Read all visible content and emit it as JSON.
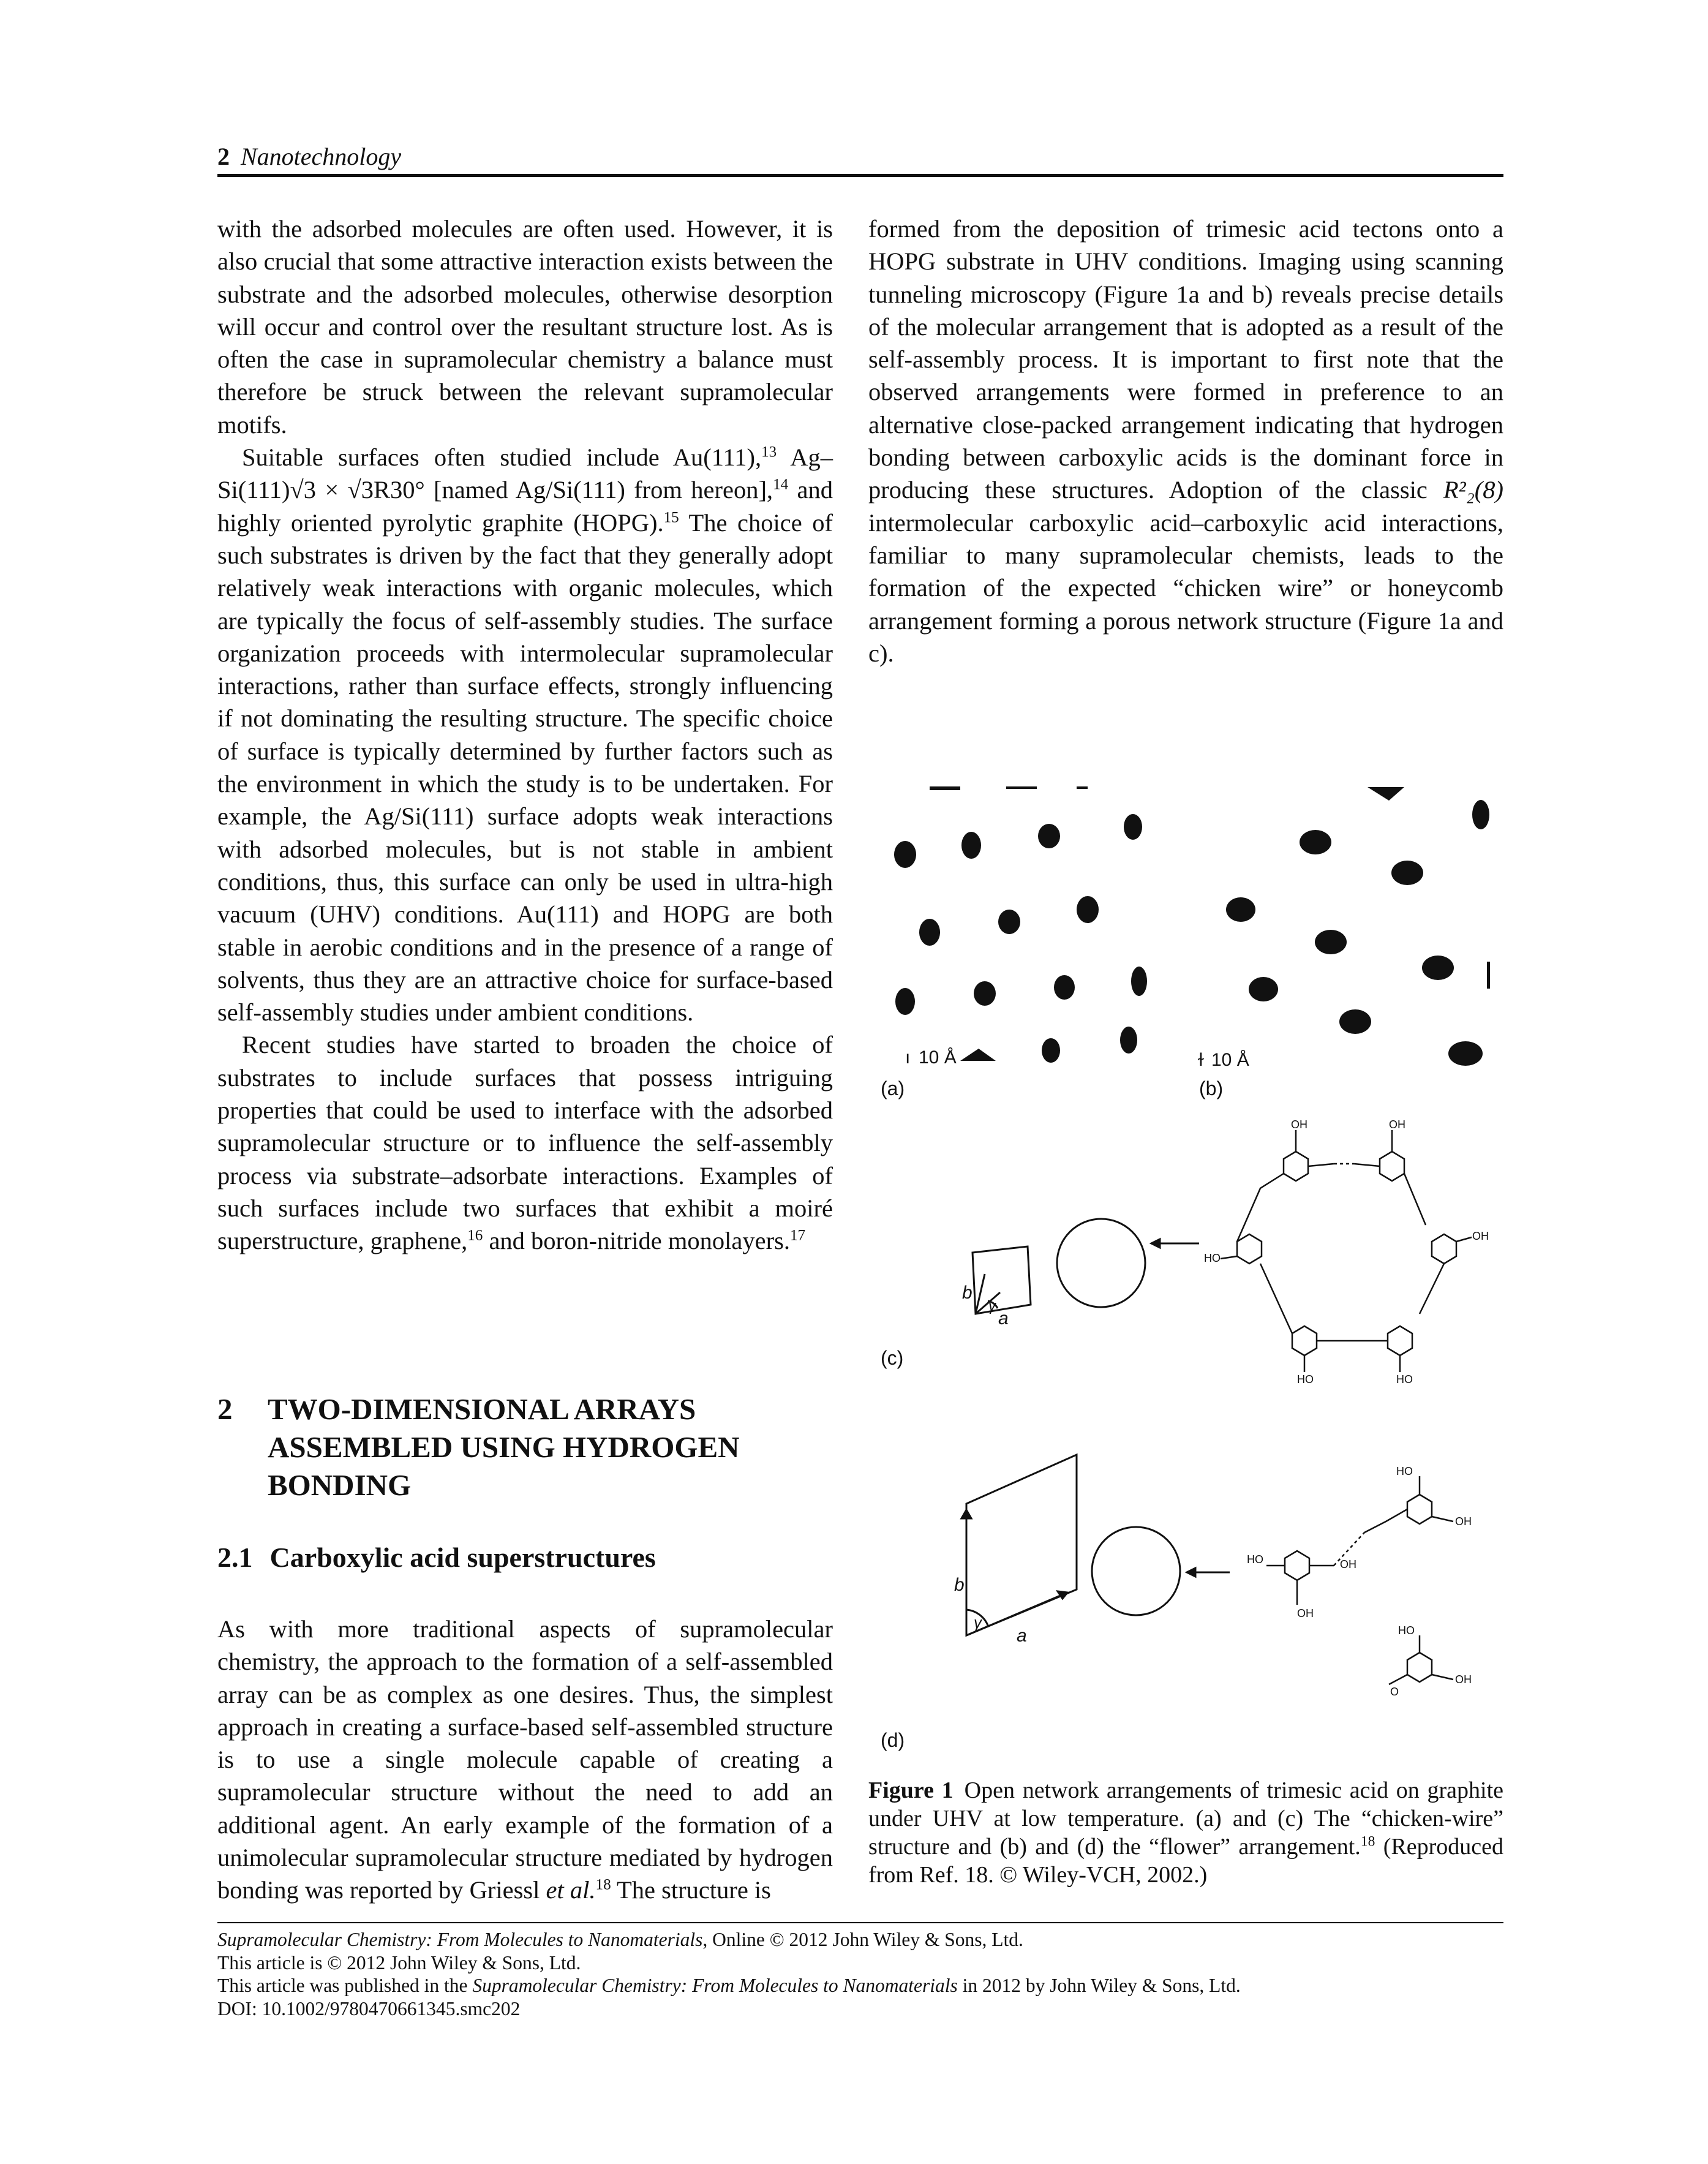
{
  "header": {
    "page_number": "2",
    "running_title": "Nanotechnology"
  },
  "left_column": {
    "p1": "with the adsorbed molecules are often used. However, it is also crucial that some attractive interaction exists between the substrate and the adsorbed molecules, otherwise desorption will occur and control over the resultant structure lost. As is often the case in supramolecular chemistry a balance must therefore be struck between the relevant supramolecular motifs.",
    "p2_a": "Suitable surfaces often studied include Au(111),",
    "p2_ref1": "13",
    "p2_b": " Ag–Si(111)√3 × √3R30° [named Ag/Si(111) from hereon],",
    "p2_ref2": "14",
    "p2_c": " and highly oriented pyrolytic graphite (HOPG).",
    "p2_ref3": "15",
    "p2_d": " The choice of such substrates is driven by the fact that they generally adopt relatively weak interactions with organic molecules, which are typically the focus of self-assembly studies. The surface organization proceeds with intermolecular supramolecular interactions, rather than surface effects, strongly influencing if not dominating the resulting structure. The specific choice of surface is typically determined by further factors such as the environment in which the study is to be undertaken. For example, the Ag/Si(111) surface adopts weak interactions with adsorbed molecules, but is not stable in ambient conditions, thus, this surface can only be used in ultra-high vacuum (UHV) conditions. Au(111) and HOPG are both stable in aerobic conditions and in the presence of a range of solvents, thus they are an attractive choice for surface-based self-assembly studies under ambient conditions.",
    "p3_a": "Recent studies have started to broaden the choice of substrates to include surfaces that possess intriguing properties that could be used to interface with the adsorbed supramolecular structure or to influence the self-assembly process via substrate–adsorbate interactions. Examples of such surfaces include two surfaces that exhibit a moiré superstructure, graphene,",
    "p3_ref1": "16",
    "p3_b": " and boron-nitride monolayers.",
    "p3_ref2": "17",
    "section_number": "2",
    "section_title": "TWO-DIMENSIONAL ARRAYS ASSEMBLED USING HYDROGEN BONDING",
    "subsection_number": "2.1",
    "subsection_title": "Carboxylic acid superstructures",
    "p4_a": "As with more traditional aspects of supramolecular chemistry, the approach to the formation of a self-assembled array can be as complex as one desires. Thus, the simplest approach in creating a surface-based self-assembled structure is to use a single molecule capable of creating a supramolecular structure without the need to add an additional agent. An early example of the formation of a unimolecular supramolecular structure mediated by hydrogen bonding was reported by Griessl ",
    "p4_etal": "et al.",
    "p4_ref": "18",
    "p4_b": " The structure is"
  },
  "right_column": {
    "p1_a": "formed from the deposition of trimesic acid tectons onto a HOPG substrate in UHV conditions. Imaging using scanning tunneling microscopy (Figure 1a and b) reveals precise details of the molecular arrangement that is adopted as a result of the self-assembly process. It is important to first note that the observed arrangements were formed in preference to an alternative close-packed arrangement indicating that hydrogen bonding between carboxylic acids is the dominant force in producing these structures. Adoption of the classic ",
    "p1_motif": "R²₂(8)",
    "p1_b": " intermolecular carboxylic acid–carboxylic acid interactions, familiar to many supramolecular chemists, leads to the formation of the expected “chicken wire” or honeycomb arrangement forming a porous network structure (Figure 1a and c)."
  },
  "figure": {
    "panel_a": "(a)",
    "panel_b": "(b)",
    "panel_c": "(c)",
    "panel_d": "(d)",
    "scale_a": "10 Å",
    "scale_b": "10 Å",
    "axis_a": "a",
    "axis_b": "b",
    "angle": "γ",
    "group_oh": "OH",
    "group_ho": "HO",
    "group_o": "O",
    "caption_label": "Figure 1",
    "caption_text": "Open network arrangements of trimesic acid on graphite under UHV at low temperature. (a) and (c) The “chicken-wire” structure and (b) and (d) the “flower” arrangement.",
    "caption_ref": "18",
    "caption_credit": "(Reproduced from Ref. 18. © Wiley-VCH, 2002.)"
  },
  "footer": {
    "line1_title": "Supramolecular Chemistry: From Molecules to Nanomaterials",
    "line1_rest": ", Online © 2012 John Wiley & Sons, Ltd.",
    "line2": "This article is © 2012 John Wiley & Sons, Ltd.",
    "line3_a": "This article was published in the ",
    "line3_title": "Supramolecular Chemistry: From Molecules to Nanomaterials",
    "line3_b": " in 2012 by John Wiley & Sons, Ltd.",
    "line4": "DOI: 10.1002/9780470661345.smc202"
  }
}
